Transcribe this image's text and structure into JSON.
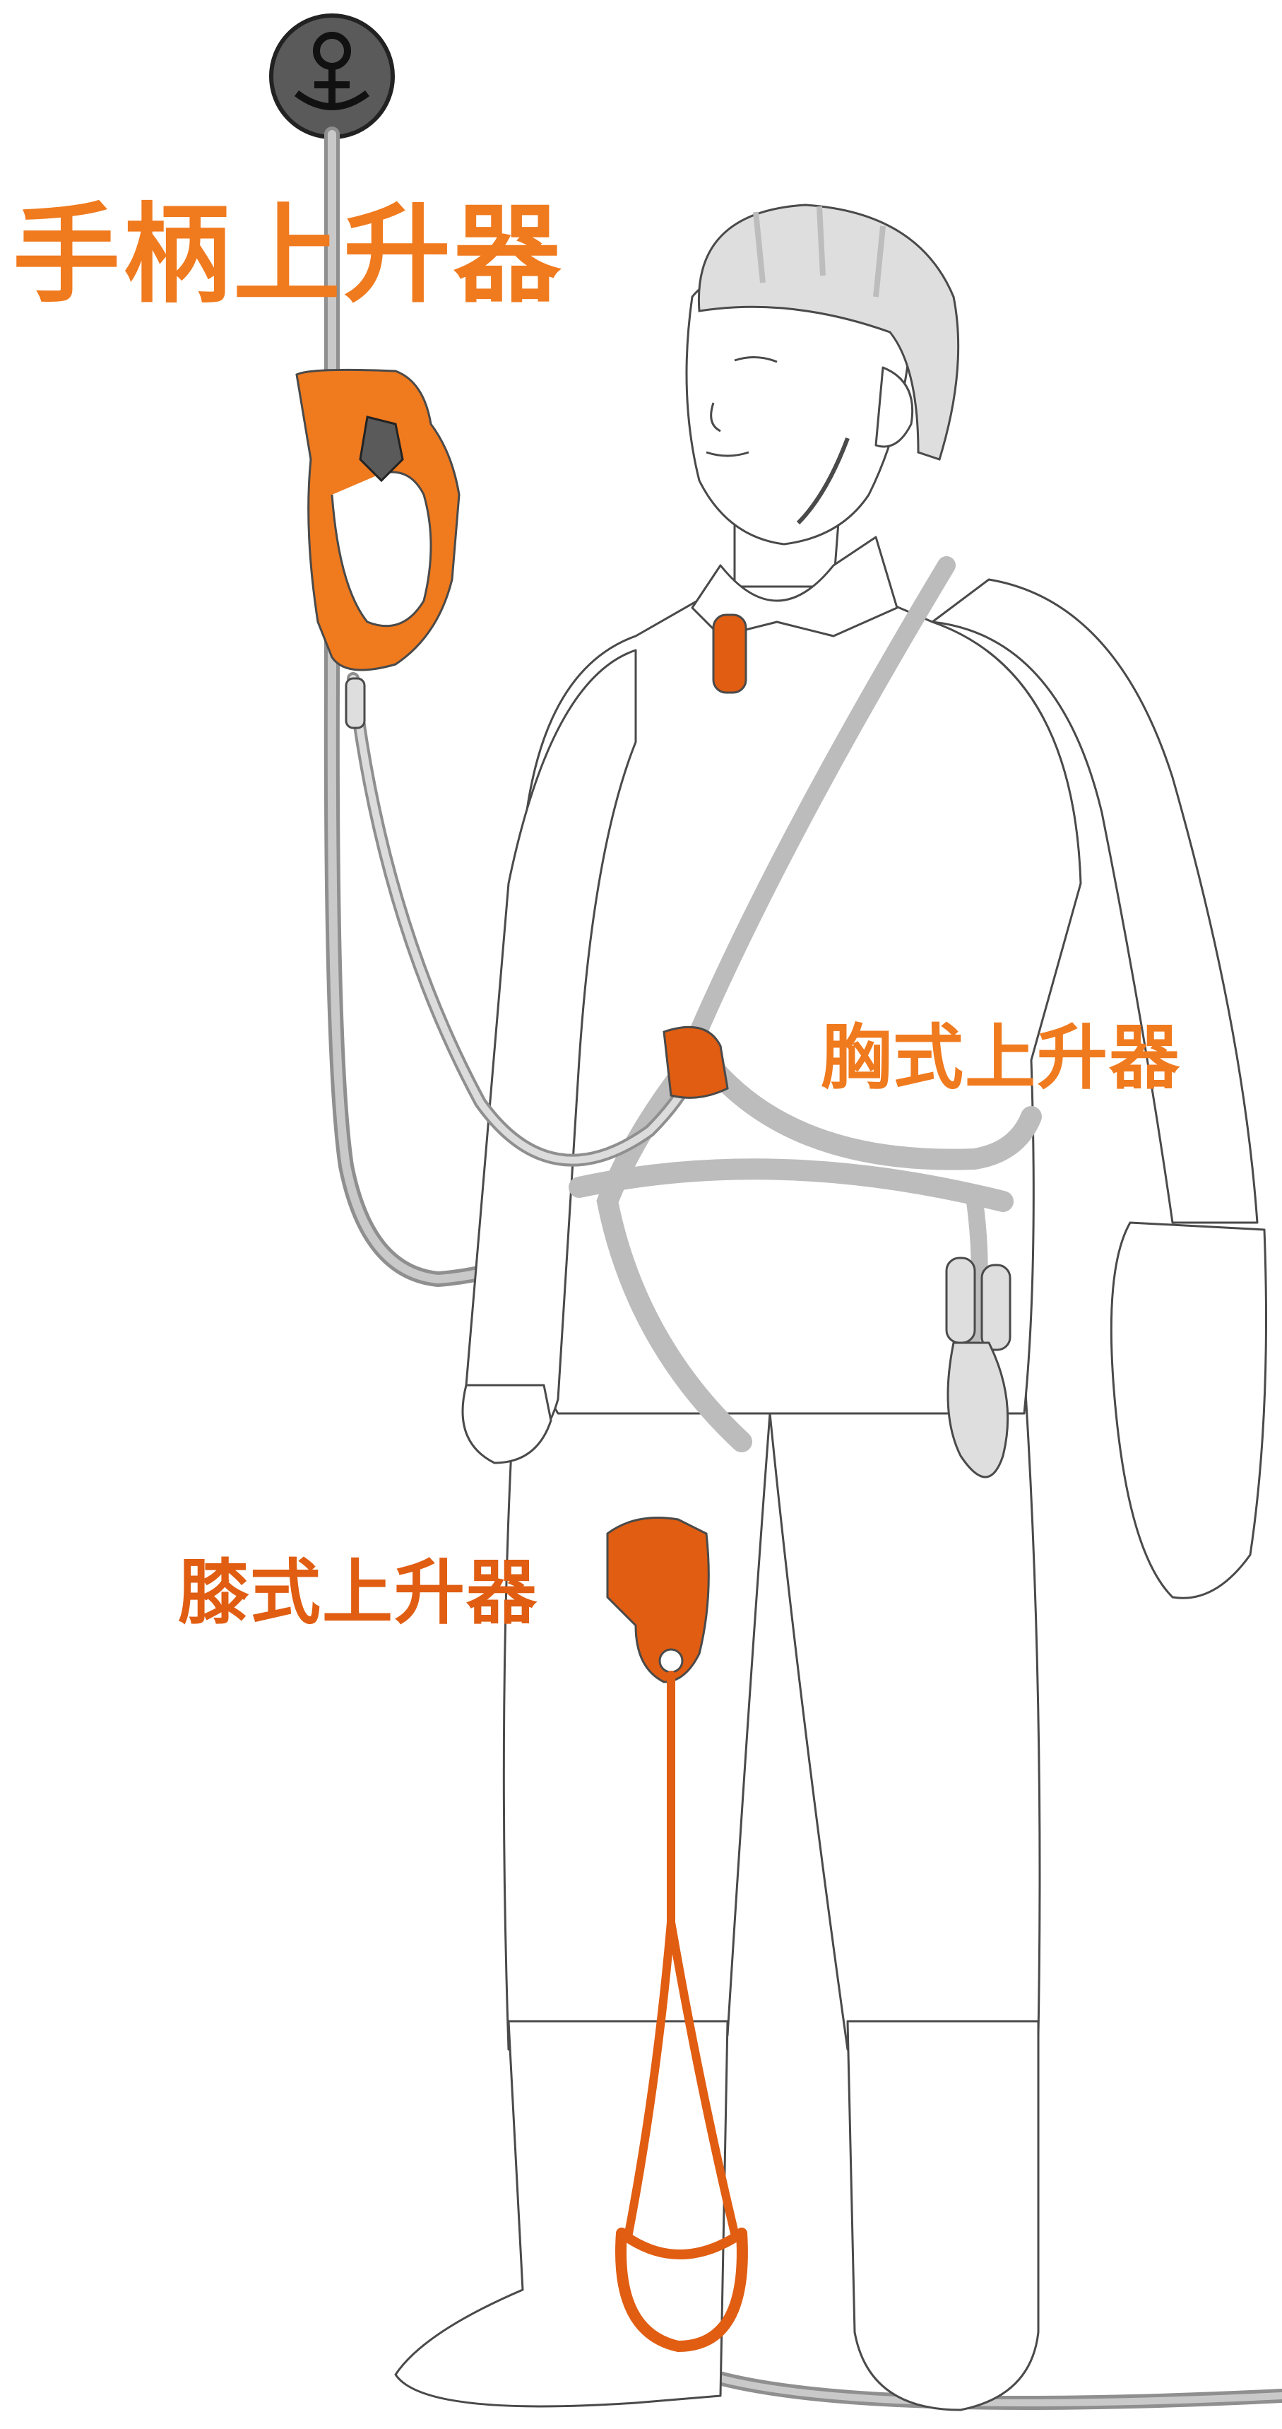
{
  "labels": {
    "handle_ascender": "手柄上升器",
    "chest_ascender": "胸式上升器",
    "knee_ascender": "膝式上升器"
  },
  "colors": {
    "orange_light": "#f07a1e",
    "orange_dark": "#e05d12",
    "rope_gray": "#a9a9a9",
    "outline": "#4a4a4a",
    "anchor_fill": "#5a5a5a",
    "gear_fill": "#dedede"
  },
  "icons": {
    "anchor": "anchor-icon"
  }
}
